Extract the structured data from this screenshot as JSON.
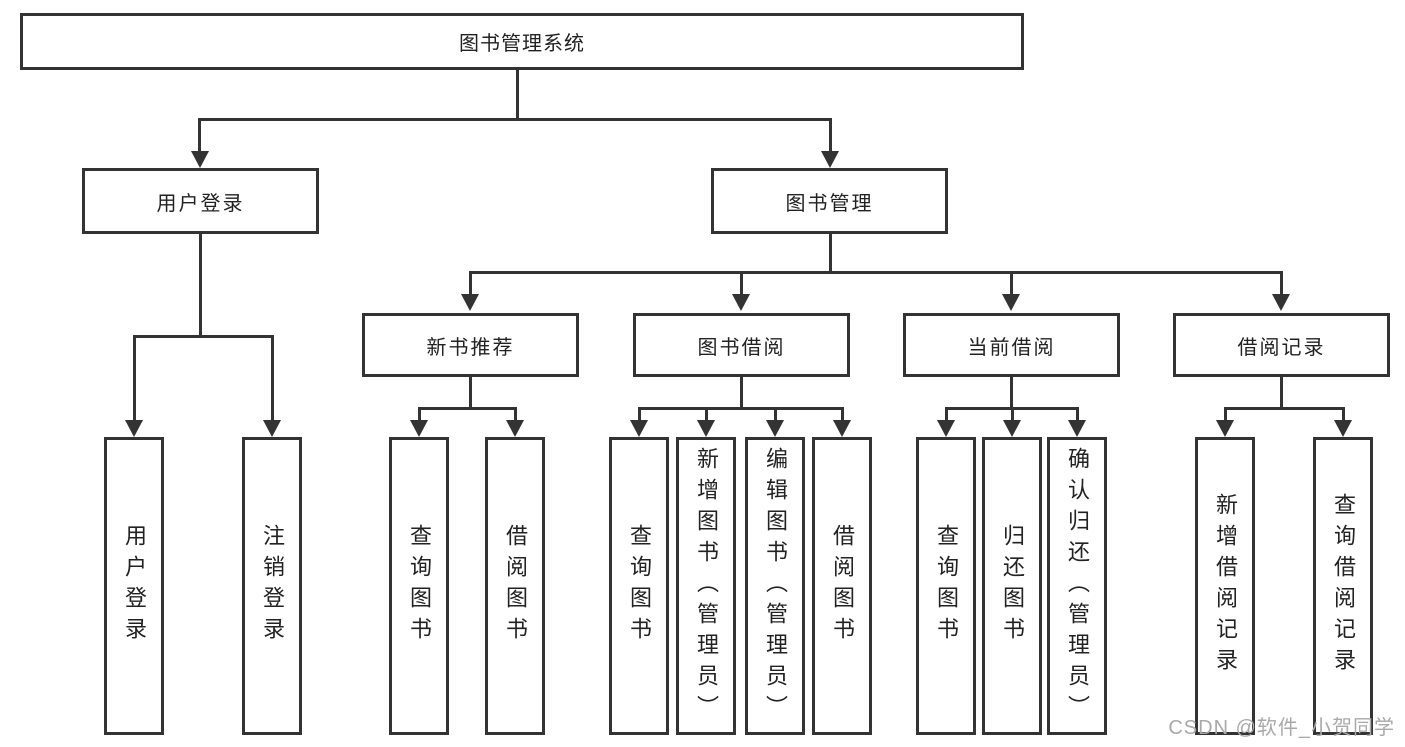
{
  "diagram": {
    "root": {
      "label": "图书管理系统"
    },
    "branches": [
      {
        "label": "用户登录",
        "children": [
          {
            "label": "用户登录"
          },
          {
            "label": "注销登录"
          }
        ]
      },
      {
        "label": "图书管理",
        "children": [
          {
            "label": "新书推荐",
            "children": [
              {
                "label": "查询图书"
              },
              {
                "label": "借阅图书"
              }
            ]
          },
          {
            "label": "图书借阅",
            "children": [
              {
                "label": "查询图书"
              },
              {
                "label": "新增图书（管理员）"
              },
              {
                "label": "编辑图书（管理员）"
              },
              {
                "label": "借阅图书"
              }
            ]
          },
          {
            "label": "当前借阅",
            "children": [
              {
                "label": "查询图书"
              },
              {
                "label": "归还图书"
              },
              {
                "label": "确认归还（管理员）"
              }
            ]
          },
          {
            "label": "借阅记录",
            "children": [
              {
                "label": "新增借阅记录"
              },
              {
                "label": "查询借阅记录"
              }
            ]
          }
        ]
      }
    ]
  },
  "watermark": {
    "text": "CSDN @软件_小贺同学"
  },
  "colors": {
    "line": "#333333",
    "text": "#222222",
    "watermark": "#a9a9a9",
    "background": "#ffffff"
  }
}
